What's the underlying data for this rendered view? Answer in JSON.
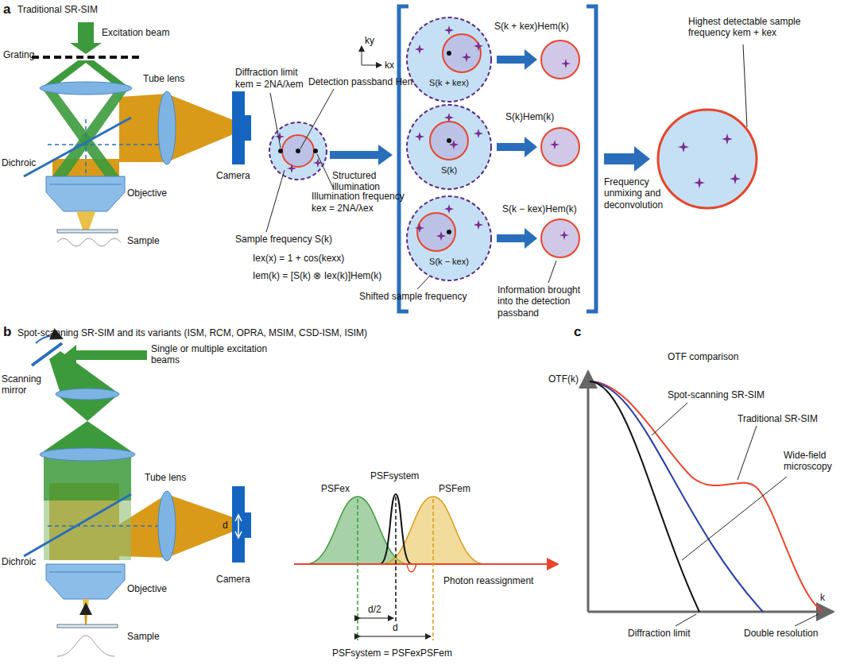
{
  "diagram": {
    "nodes": [
      {
        "text": [
          "S(k + kex)"
        ]
      },
      {
        "text": [
          "S(k)"
        ]
      },
      {
        "text": [
          "S(k − kex)"
        ]
      }
    ],
    "labels": [
      "a",
      "Traditional SR-SIM",
      "Excitation beam",
      "Grating",
      "Tube lens",
      "Dichroic",
      "Objective",
      "Camera",
      "Sample",
      "Diffraction limit",
      "kem = 2NA/λem",
      "Detection passband Hem",
      "ky",
      "kx",
      "Structured illumination",
      "Illumination frequency",
      "kex = 2NA/λex",
      "Sample frequency S(k)",
      "Iex(x) = 1 + cos(kexx)",
      "Iem(k) = [S(k) ⊗ Iex(k)]Hem(k)",
      "S(k + kex)Hem(k)",
      "S(k)Hem(k)",
      "S(k − kex)Hem(k)",
      "Shifted sample frequency",
      "Information brought into the detection passband",
      "Highest detectable sample frequency kem + kex",
      "Frequency unmixing and deconvolution",
      "b",
      "Spot-scanning SR-SIM and its variants (ISM, RCM, OPRA, MSIM, CSD-ISM, ISIM)",
      "Scanning mirror",
      "Single or multiple excitation beams",
      "Tube lens",
      "Dichroic",
      "Objective",
      "Camera",
      "d",
      "Sample",
      "PSFsystem",
      "PSFex",
      "PSFem",
      "Photon reassignment",
      "d/2",
      "d",
      "PSFsystem = PSFexPSFem",
      "c",
      "OTF comparison",
      "OTF(k)",
      "k",
      "Spot-scanning SR-SIM",
      "Traditional SR-SIM",
      "Wide-field microscopy",
      "Diffraction limit",
      "Double resolution"
    ]
  }
}
